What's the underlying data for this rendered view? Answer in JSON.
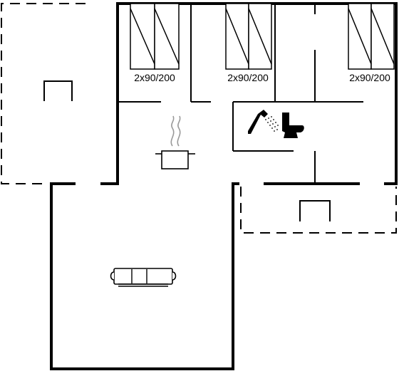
{
  "beds": [
    {
      "label": "2x90/200"
    },
    {
      "label": "2x90/200"
    },
    {
      "label": "2x90/200"
    }
  ],
  "icons": [
    "cooking-pot-icon",
    "shower-icon",
    "toilet-icon",
    "sofa-icon",
    "terrace-chair-icon",
    "terrace-chair-icon"
  ],
  "colors": {
    "walls": "#000000",
    "steam": "#999999"
  }
}
